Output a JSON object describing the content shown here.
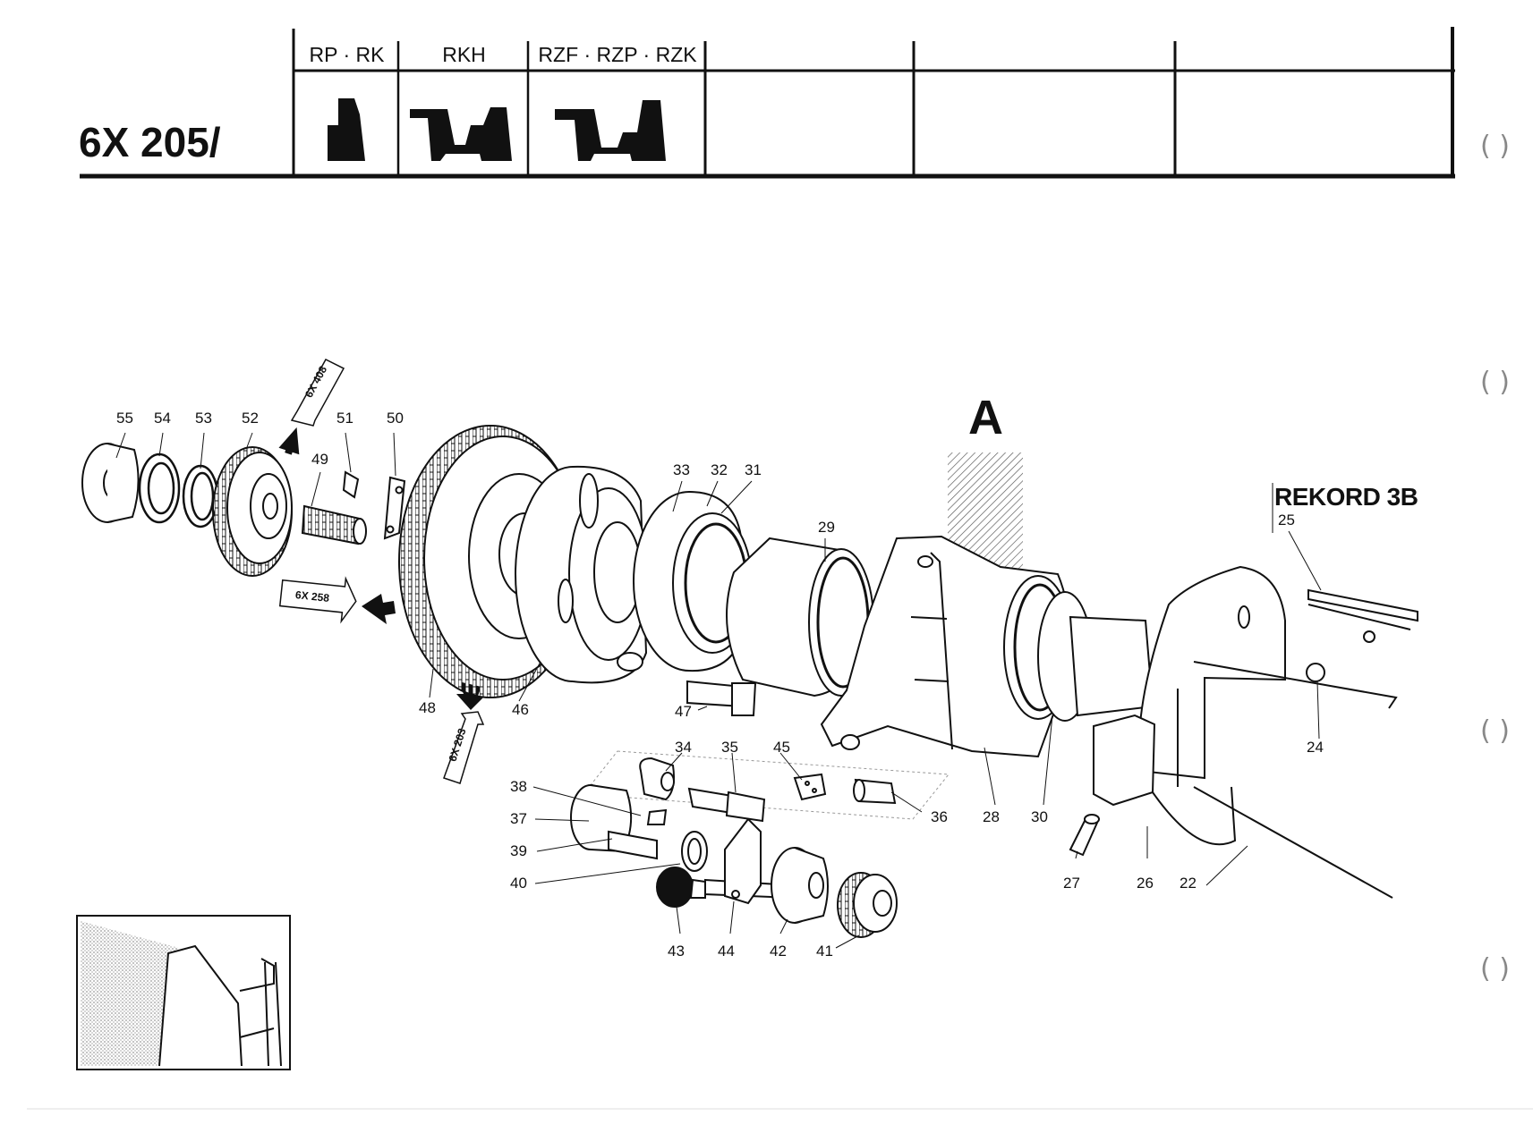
{
  "document": {
    "title": "6X 205/",
    "section_letter": "A",
    "model_label": "REKORD 3B"
  },
  "header_table": {
    "columns": [
      {
        "label": "RP · RK",
        "icon": "knife-profile-rp-rk-icon"
      },
      {
        "label": "RKH",
        "icon": "knife-profile-rkh-icon"
      },
      {
        "label": "RZF · RZP · RZK",
        "icon": "knife-profile-rzf-icon"
      },
      {
        "label": ""
      },
      {
        "label": ""
      },
      {
        "label": ""
      }
    ]
  },
  "cross_references": [
    {
      "label": "6X 408",
      "direction": "up"
    },
    {
      "label": "6X 258",
      "direction": "left"
    },
    {
      "label": "6X 203",
      "direction": "down"
    }
  ],
  "callouts": [
    "55",
    "54",
    "53",
    "52",
    "51",
    "50",
    "49",
    "48",
    "46",
    "33",
    "32",
    "31",
    "29",
    "47",
    "34",
    "35",
    "45",
    "38",
    "37",
    "39",
    "40",
    "36",
    "43",
    "44",
    "42",
    "41",
    "28",
    "30",
    "27",
    "26",
    "22",
    "24",
    "25"
  ],
  "colors": {
    "ink": "#111111",
    "background": "#ffffff",
    "hatch": "#555555",
    "screen": "#c8c8c8"
  },
  "binding_holes": [
    "binding-hole-icon",
    "binding-hole-icon",
    "binding-hole-icon",
    "binding-hole-icon"
  ]
}
